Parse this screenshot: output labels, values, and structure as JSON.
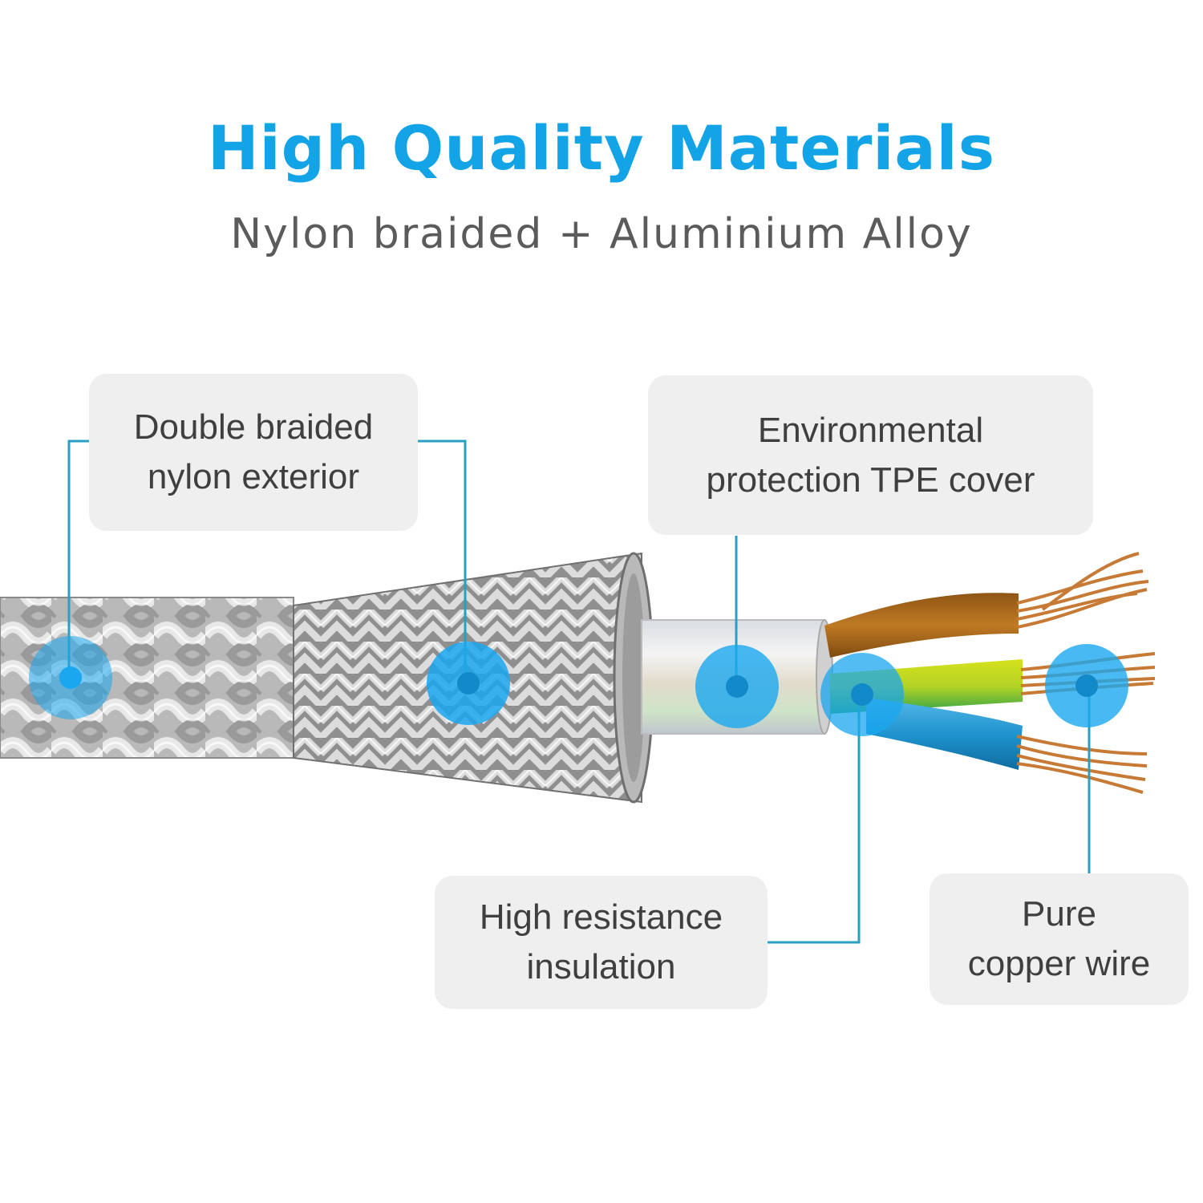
{
  "header": {
    "title": "High Quality Materials",
    "subtitle": "Nylon braided + Aluminium Alloy"
  },
  "callouts": [
    {
      "id": "braid",
      "lines": [
        "Double braided",
        "nylon exterior"
      ]
    },
    {
      "id": "tpe",
      "lines": [
        "Environmental",
        "protection TPE cover"
      ]
    },
    {
      "id": "insulation",
      "lines": [
        "High resistance",
        "insulation"
      ]
    },
    {
      "id": "copper",
      "lines": [
        "Pure",
        "copper wire"
      ]
    }
  ],
  "colors": {
    "accent": "#12a4e6",
    "marker": "#1aa7ef",
    "leader_line": "#2a9fc4",
    "box_bg": "#efefef",
    "wire_brown": "#b5701f",
    "wire_yellow_green": "#9ccc24",
    "wire_blue": "#1f94cf",
    "copper": "#c77a35"
  }
}
